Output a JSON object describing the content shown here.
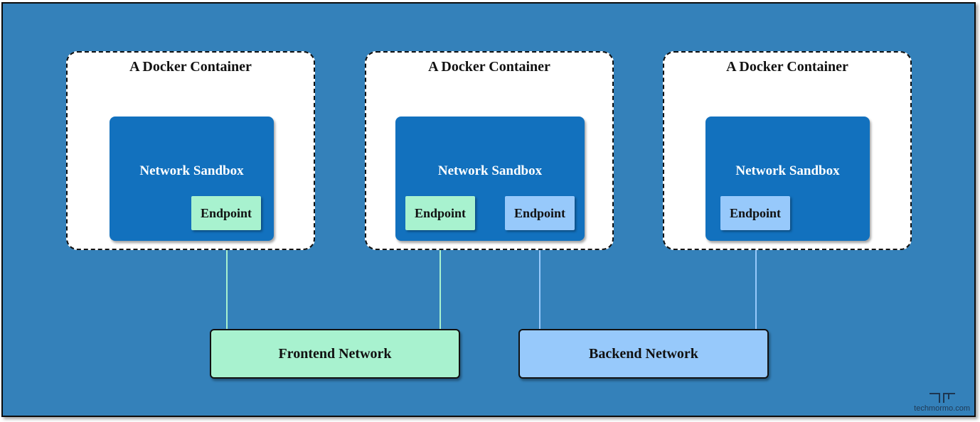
{
  "containers": [
    {
      "title": "A Docker Container",
      "sandbox": {
        "label": "Network Sandbox",
        "endpoints": [
          {
            "label": "Endpoint",
            "network": "frontend"
          }
        ]
      }
    },
    {
      "title": "A Docker Container",
      "sandbox": {
        "label": "Network Sandbox",
        "endpoints": [
          {
            "label": "Endpoint",
            "network": "frontend"
          },
          {
            "label": "Endpoint",
            "network": "backend"
          }
        ]
      }
    },
    {
      "title": "A Docker Container",
      "sandbox": {
        "label": "Network Sandbox",
        "endpoints": [
          {
            "label": "Endpoint",
            "network": "backend"
          }
        ]
      }
    }
  ],
  "networks": {
    "frontend": {
      "label": "Frontend Network",
      "color": "#a8f2cf"
    },
    "backend": {
      "label": "Backend Network",
      "color": "#97c9fb"
    }
  },
  "colors": {
    "background": "#3481ba",
    "sandbox": "#1271be",
    "frontend_link": "#a8f2cf",
    "backend_link": "#97c9fb"
  },
  "logo": {
    "text": "techmormo.com",
    "icon": "techmormo-logo-icon"
  }
}
